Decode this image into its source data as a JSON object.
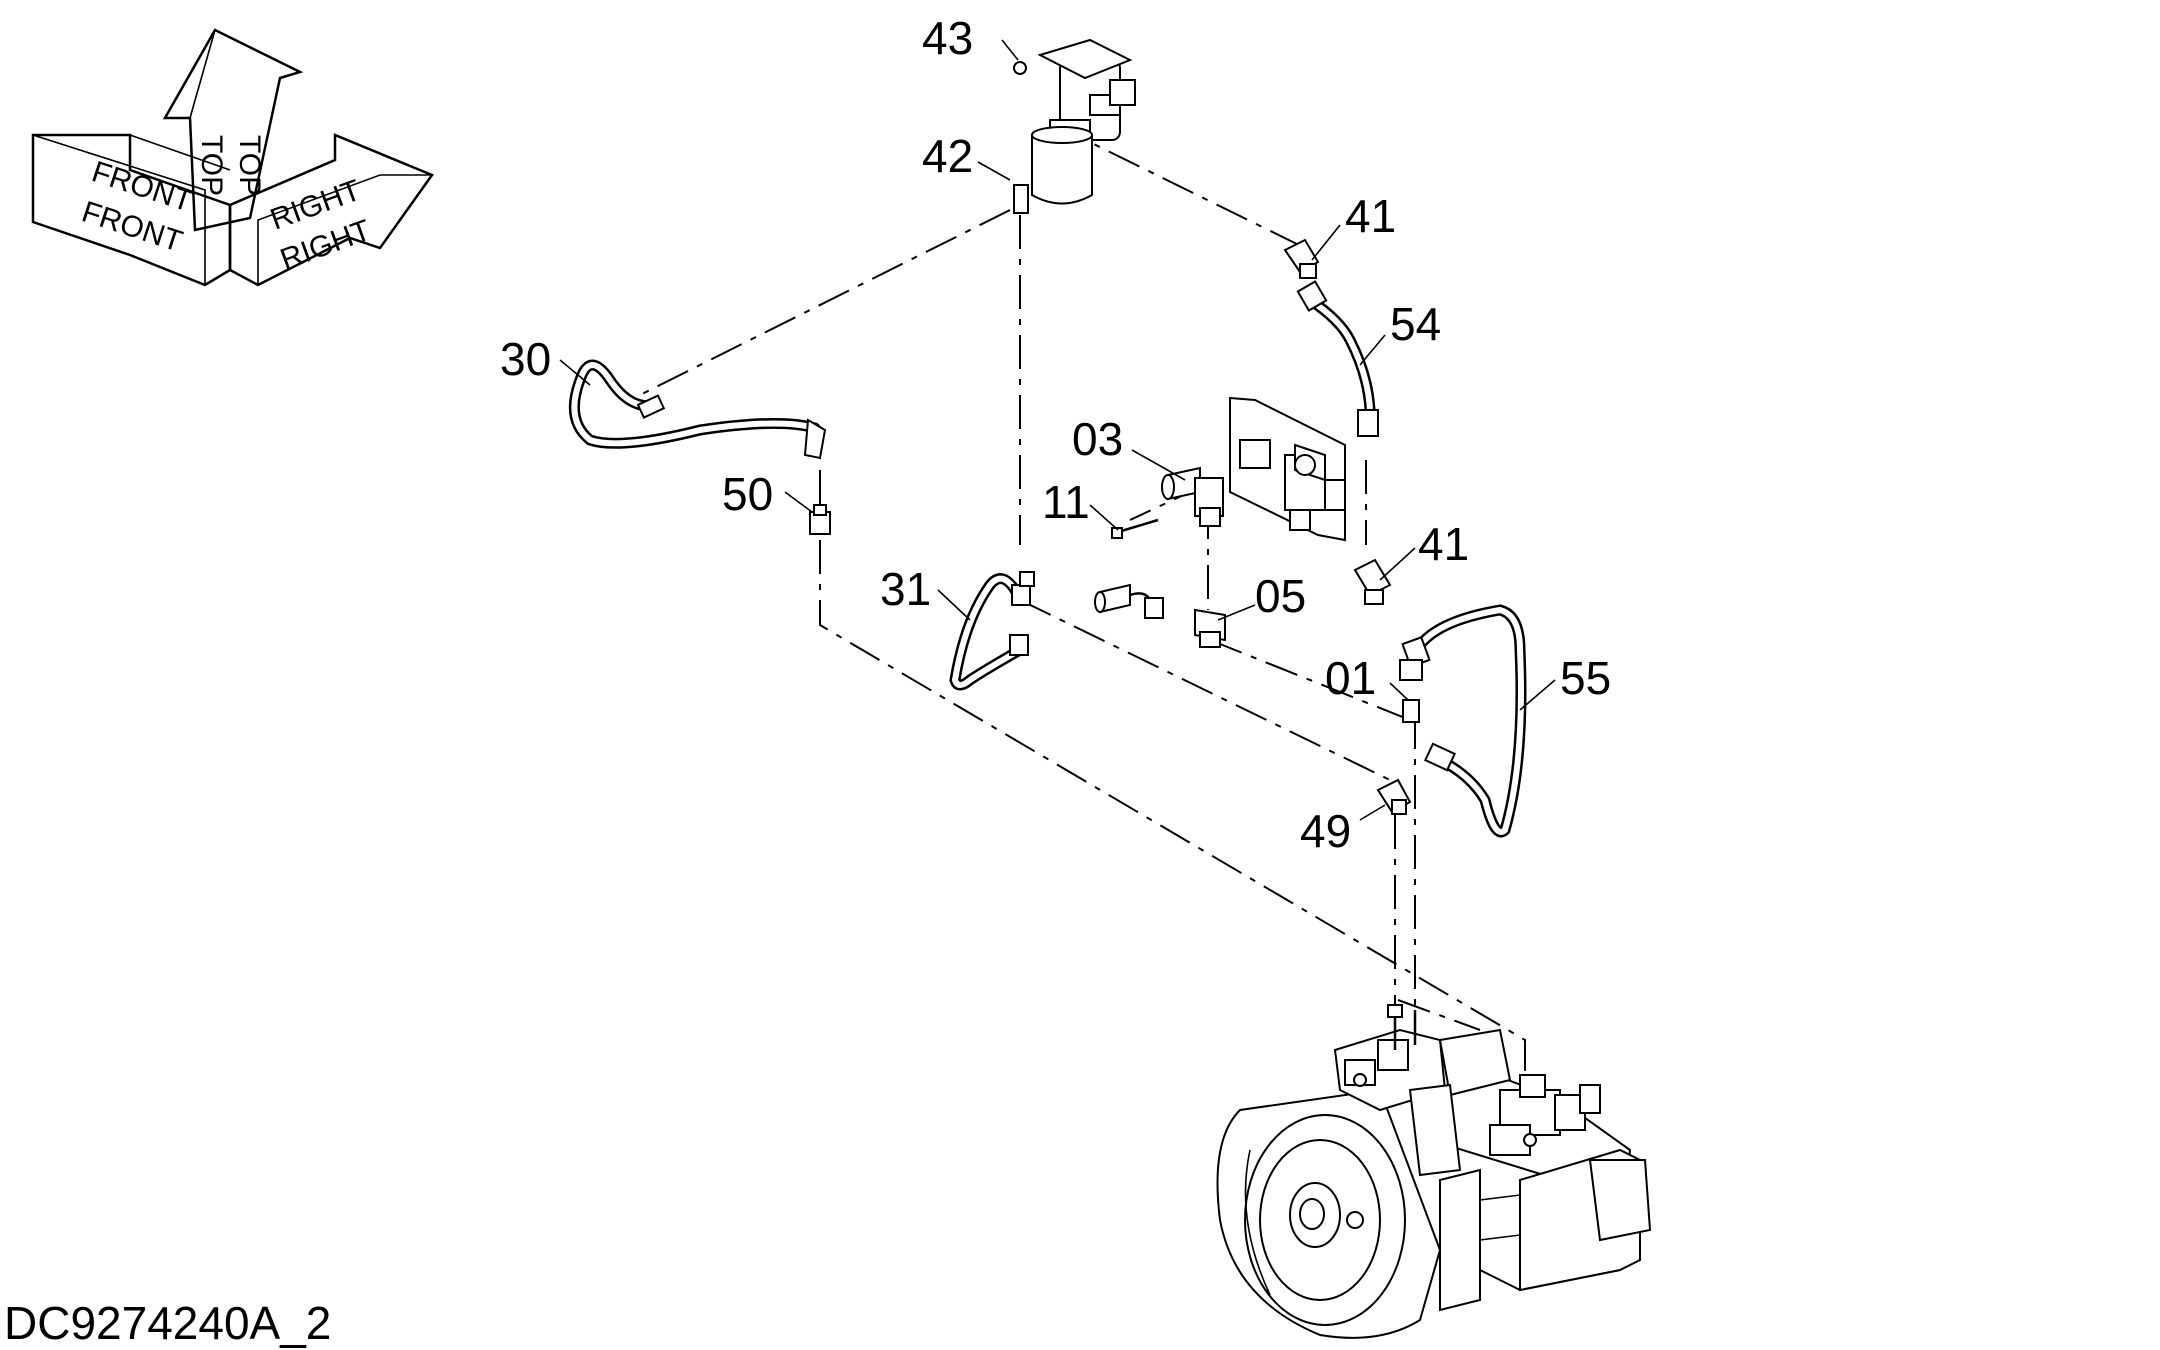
{
  "orientation": {
    "top_label_1": "TOP",
    "top_label_2": "TOP",
    "front_label_1": "FRONT",
    "front_label_2": "FRONT",
    "right_label_1": "RIGHT",
    "right_label_2": "RIGHT"
  },
  "callouts": {
    "c43": "43",
    "c42": "42",
    "c41a": "41",
    "c54": "54",
    "c30": "30",
    "c03": "03",
    "c11": "11",
    "c50": "50",
    "c41b": "41",
    "c31": "31",
    "c05": "05",
    "c01": "01",
    "c55": "55",
    "c49": "49"
  },
  "document_id": "DC9274240A_2"
}
